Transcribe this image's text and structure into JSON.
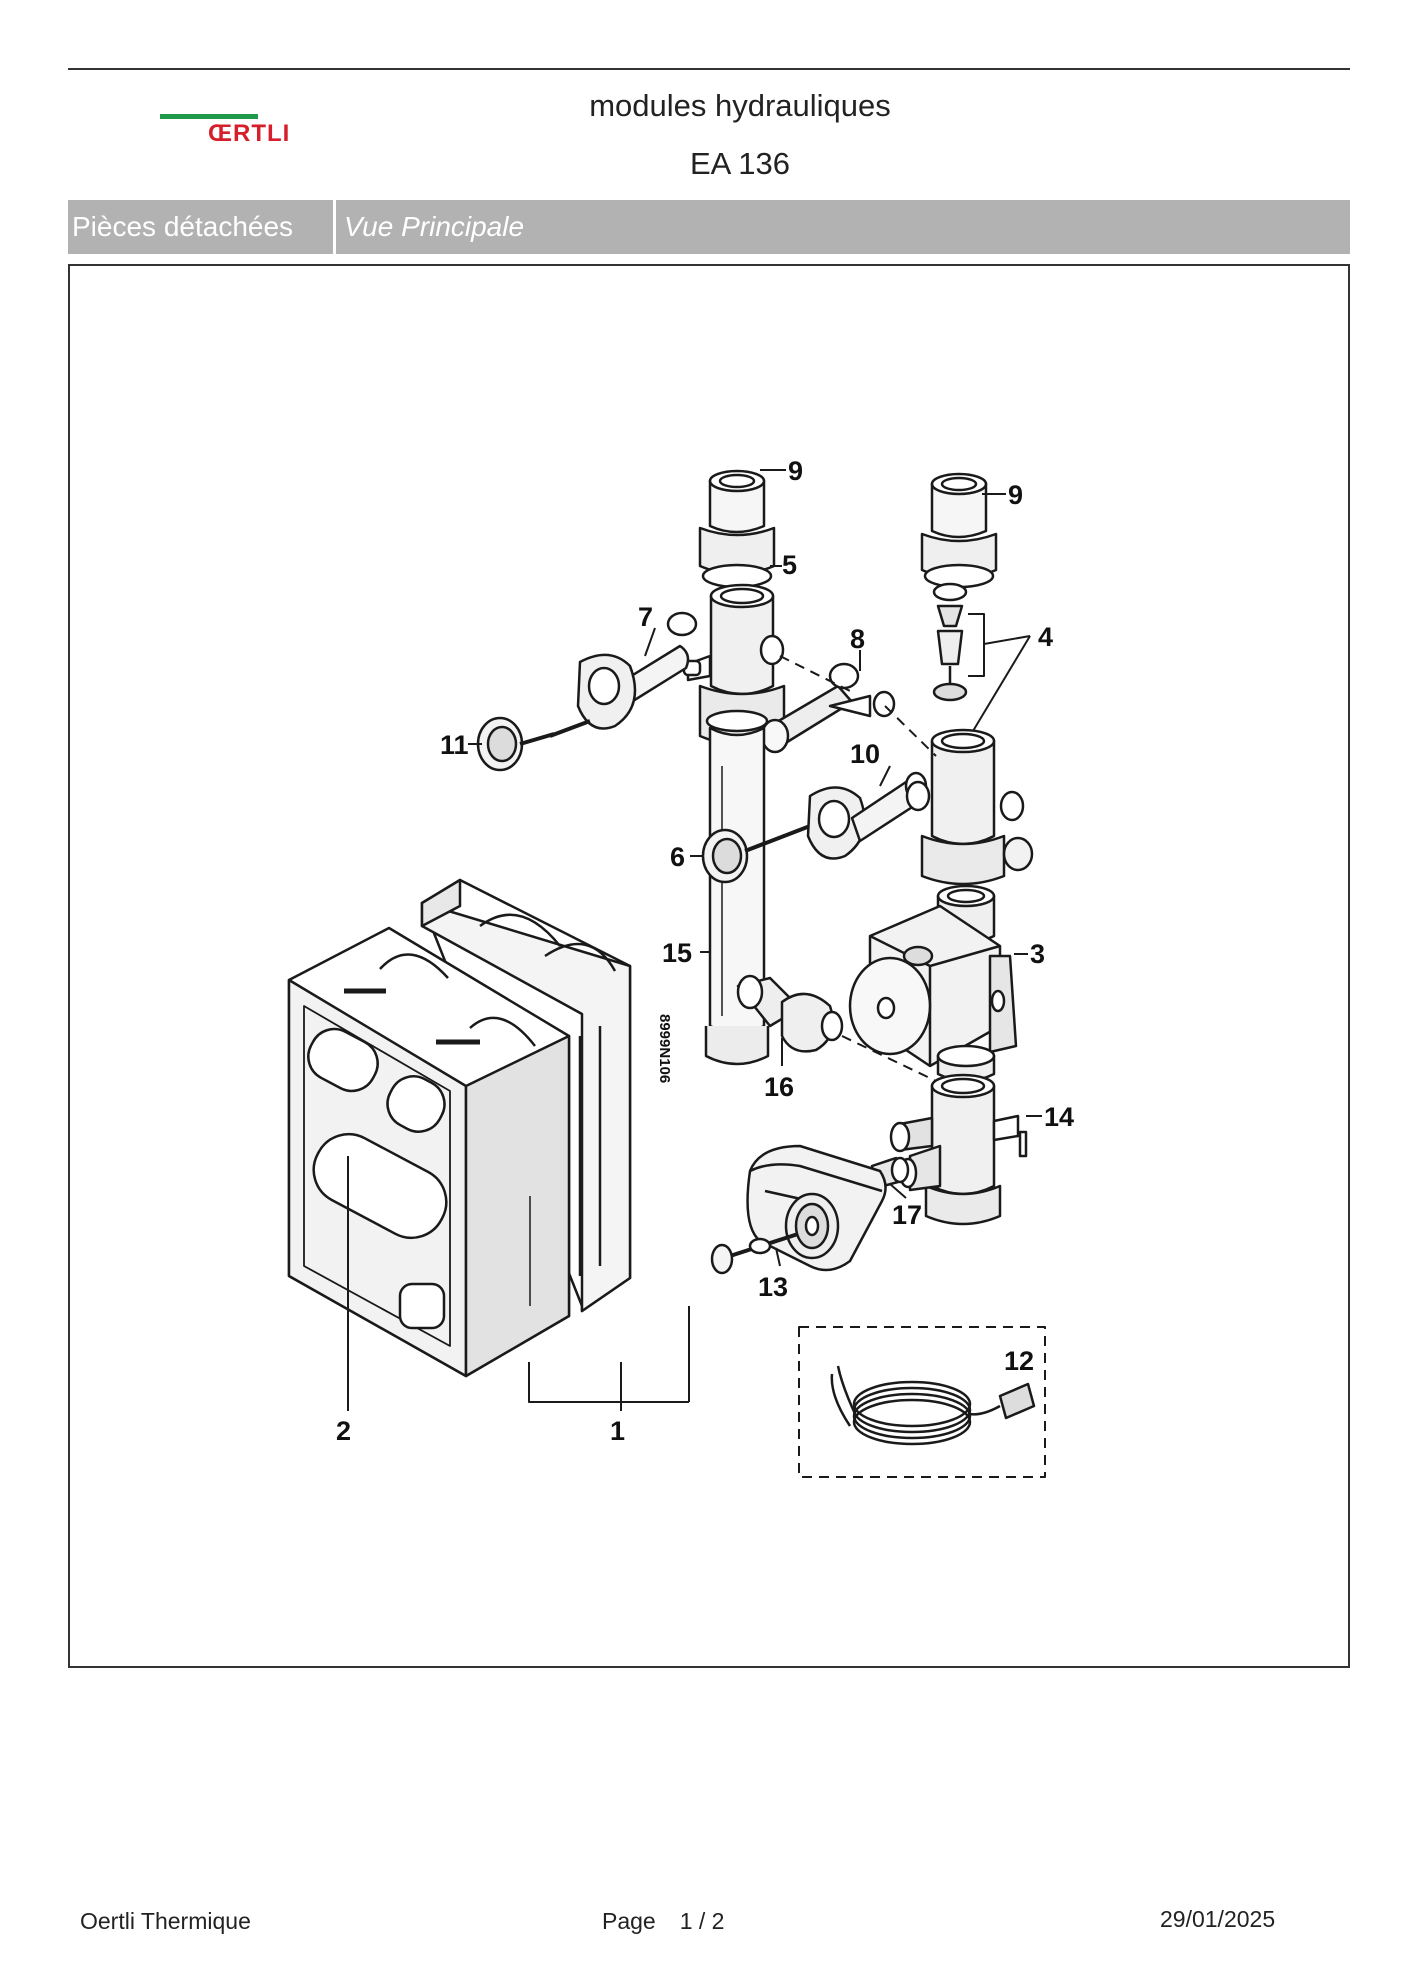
{
  "header": {
    "logo_text": "ŒRTLI",
    "title": "modules hydrauliques",
    "subtitle": "EA 136"
  },
  "section_bar": {
    "left_label": "Pièces détachées",
    "right_label": "Vue Principale"
  },
  "drawing": {
    "reference_code": "8999N106",
    "callouts": [
      "1",
      "2",
      "3",
      "4",
      "5",
      "6",
      "7",
      "8",
      "9",
      "9",
      "10",
      "11",
      "12",
      "13",
      "14",
      "15",
      "16",
      "17"
    ]
  },
  "footer": {
    "company": "Oertli Thermique",
    "page_label": "Page",
    "page_number": "1 / 2",
    "date": "29/01/2025"
  }
}
